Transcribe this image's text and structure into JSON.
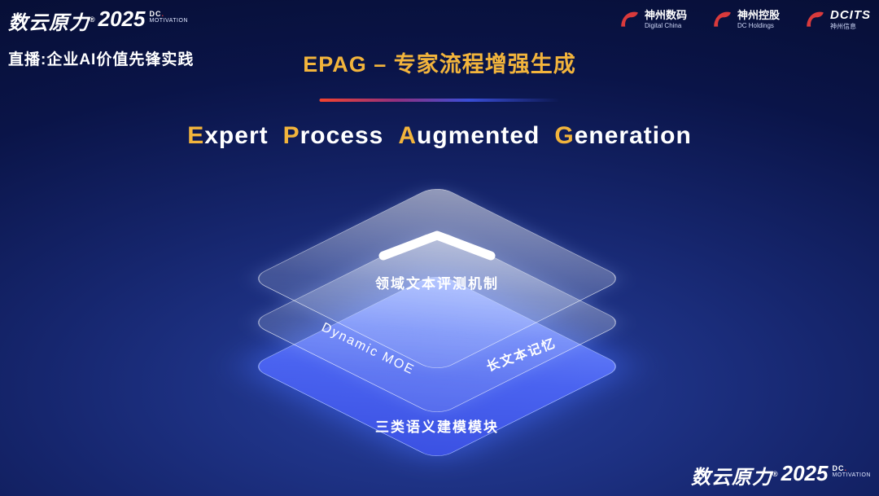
{
  "header": {
    "brand": {
      "name": "数云原力",
      "reg": "®",
      "year": "2025",
      "line1": "DC",
      "dot": ".",
      "line2": "MOTIVATION"
    },
    "live_label": "直播:企业AI价值先锋实践",
    "partners": [
      {
        "name": "神州数码",
        "sub": "Digital China"
      },
      {
        "name": "神州控股",
        "sub": "DC Holdings"
      },
      {
        "name": "DCITS",
        "sub": "神州信息"
      }
    ]
  },
  "title": {
    "heading": "EPAG – 专家流程增强生成",
    "words": [
      {
        "initial": "E",
        "rest": "xpert"
      },
      {
        "initial": "P",
        "rest": "rocess"
      },
      {
        "initial": "A",
        "rest": "ugmented"
      },
      {
        "initial": "G",
        "rest": "eneration"
      }
    ]
  },
  "diagram": {
    "top_layer": {
      "icon": "chevron-up",
      "label": "领域文本评测机制"
    },
    "middle_layer": {
      "left_label": "Dynamic  MOE",
      "right_label": "长文本记忆"
    },
    "bottom_layer": {
      "label": "三类语义建模模块"
    }
  },
  "footer": {
    "brand": {
      "name": "数云原力",
      "reg": "®",
      "year": "2025",
      "line1": "DC",
      "dot": ".",
      "line2": "MOTIVATION"
    }
  },
  "colors": {
    "gold": "#f2b43c",
    "accent_red": "#d93a3c",
    "layer_blue": "#4a63f0",
    "background_navy": "#0a1448"
  }
}
